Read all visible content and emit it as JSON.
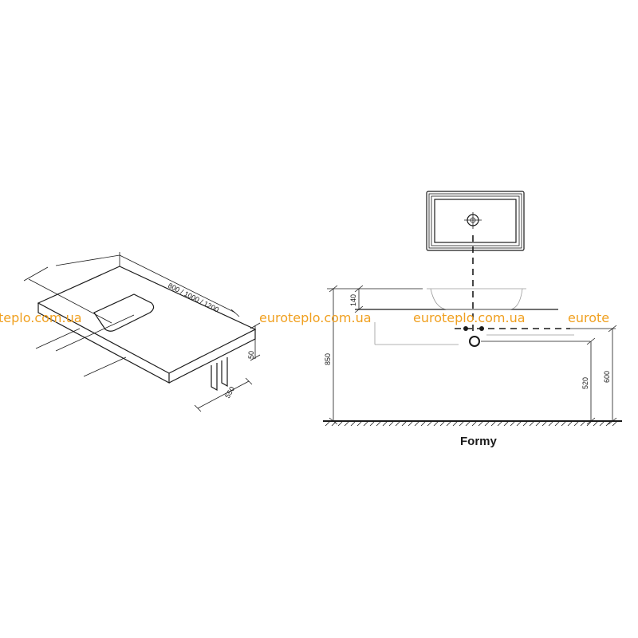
{
  "diagram": {
    "title": "Formy",
    "isometric_view": {
      "width_label": "800 / 1000 / 1200",
      "thickness_label": "50",
      "depth_label": "550"
    },
    "side_view": {
      "basin_height_label": "140",
      "counter_height_label": "850",
      "drain_height_label": "520",
      "supply_height_label": "600"
    }
  },
  "watermark": {
    "text_left": "teplo.com.ua",
    "text": "euroteplo.com.ua",
    "text_right": "euroteplo.com.ua",
    "color": "#f0a020"
  },
  "colors": {
    "line": "#1a1a1a",
    "background": "#ffffff"
  }
}
